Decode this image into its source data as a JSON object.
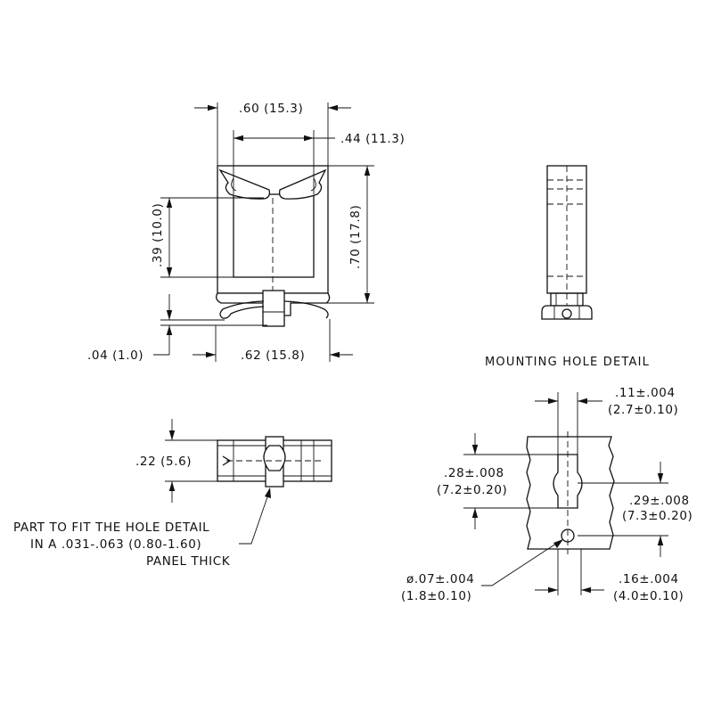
{
  "front_view": {
    "dim_overall_width": ".60  (15.3)",
    "dim_inner_width": ".44  (11.3)",
    "dim_inner_height": ".39 (10.0)",
    "dim_overall_height": ".70 (17.8)",
    "dim_foot_thickness": ".04  (1.0)",
    "dim_foot_span": ".62  (15.8)"
  },
  "bottom_view": {
    "dim_depth": ".22  (5.6)",
    "note_line1": "PART TO FIT THE HOLE DETAIL",
    "note_line2": "IN A .031-.063 (0.80-1.60)",
    "note_line3": "PANEL THICK"
  },
  "hole_detail": {
    "title": "MOUNTING HOLE DETAIL",
    "slot_width_in": ".11±.004",
    "slot_width_mm": "(2.7±0.10)",
    "slot_length_in": ".28±.008",
    "slot_length_mm": "(7.2±0.20)",
    "hole_spacing_in": ".29±.008",
    "hole_spacing_mm": "(7.3±0.20)",
    "hole_dia_in": "ø.07±.004",
    "hole_dia_mm": "(1.8±0.10)",
    "offset_in": ".16±.004",
    "offset_mm": "(4.0±0.10)"
  }
}
